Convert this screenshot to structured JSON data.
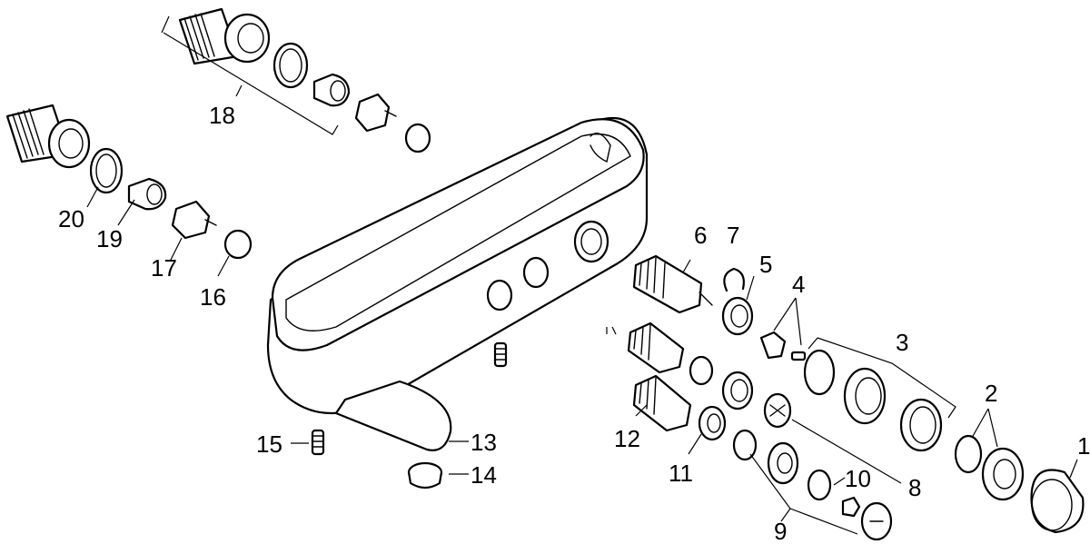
{
  "parts": [
    {
      "id": "p1",
      "label": "1"
    },
    {
      "id": "p2",
      "label": "2"
    },
    {
      "id": "p3",
      "label": "3"
    },
    {
      "id": "p4",
      "label": "4"
    },
    {
      "id": "p5",
      "label": "5"
    },
    {
      "id": "p6",
      "label": "6"
    },
    {
      "id": "p7",
      "label": "7"
    },
    {
      "id": "p8",
      "label": "8"
    },
    {
      "id": "p9",
      "label": "9"
    },
    {
      "id": "p10",
      "label": "10"
    },
    {
      "id": "p11",
      "label": "11"
    },
    {
      "id": "p12",
      "label": "12"
    },
    {
      "id": "p13",
      "label": "13"
    },
    {
      "id": "p14",
      "label": "14"
    },
    {
      "id": "p15",
      "label": "15"
    },
    {
      "id": "p16",
      "label": "16"
    },
    {
      "id": "p17",
      "label": "17"
    },
    {
      "id": "p18",
      "label": "18"
    },
    {
      "id": "p19",
      "label": "19"
    },
    {
      "id": "p20",
      "label": "20"
    }
  ]
}
